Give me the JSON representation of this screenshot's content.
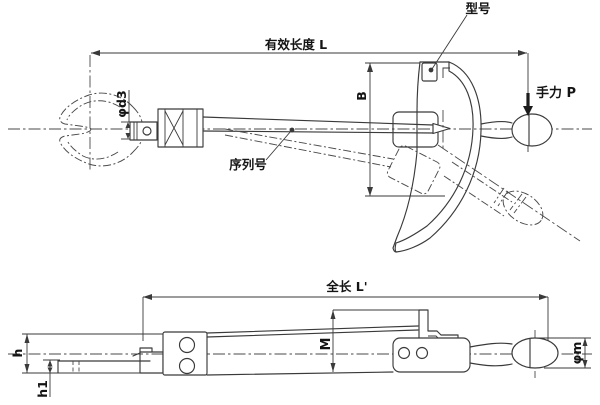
{
  "drawing": {
    "colors": {
      "background": "#ffffff",
      "line": "#3a3a3a",
      "text": "#141414"
    },
    "top_view": {
      "effective_length_label": "有效长度 L",
      "model_label": "型号",
      "serial_label": "序列号",
      "hand_force_label": "手力 P",
      "body_width_label": "B",
      "drive_diameter_label": "φd3"
    },
    "side_view": {
      "total_length_label": "全长 L'",
      "head_height_label": "h",
      "head_thickness_label": "h1",
      "body_height_label": "M",
      "grip_diameter_label": "φm"
    }
  }
}
